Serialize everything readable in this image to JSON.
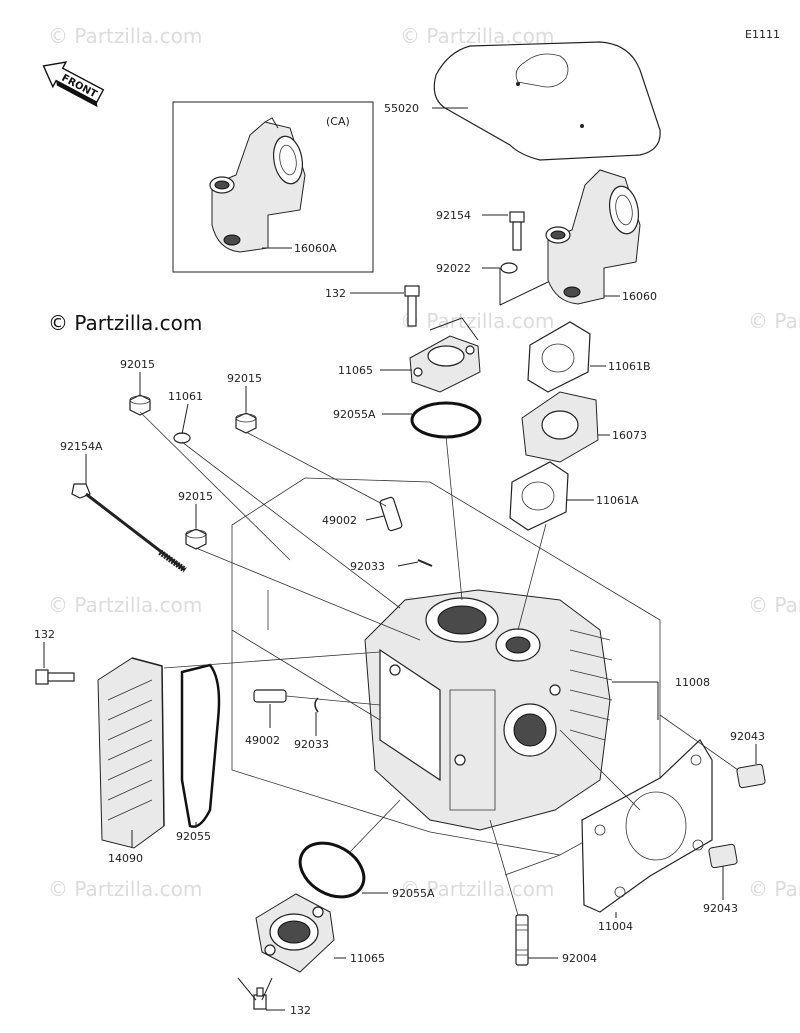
{
  "diagram": {
    "code": "E1111",
    "front_label": "FRONT",
    "inset_tag": "(CA)",
    "copyright": "© Partzilla.com",
    "watermark": "© Partzilla.com"
  },
  "callouts": [
    {
      "id": "c55020",
      "text": "55020"
    },
    {
      "id": "c92154",
      "text": "92154"
    },
    {
      "id": "c92022",
      "text": "92022"
    },
    {
      "id": "c16060",
      "text": "16060"
    },
    {
      "id": "c16060A",
      "text": "16060A"
    },
    {
      "id": "c132a",
      "text": "132"
    },
    {
      "id": "c11065a",
      "text": "11065"
    },
    {
      "id": "c11061B",
      "text": "11061B"
    },
    {
      "id": "c92055Aa",
      "text": "92055A"
    },
    {
      "id": "c16073",
      "text": "16073"
    },
    {
      "id": "c92015a",
      "text": "92015"
    },
    {
      "id": "c11061",
      "text": "11061"
    },
    {
      "id": "c92015b",
      "text": "92015"
    },
    {
      "id": "c92154A",
      "text": "92154A"
    },
    {
      "id": "c92015c",
      "text": "92015"
    },
    {
      "id": "c49002a",
      "text": "49002"
    },
    {
      "id": "c11061A",
      "text": "11061A"
    },
    {
      "id": "c92033a",
      "text": "92033"
    },
    {
      "id": "c132b",
      "text": "132"
    },
    {
      "id": "c11008",
      "text": "11008"
    },
    {
      "id": "c49002b",
      "text": "49002"
    },
    {
      "id": "c92033b",
      "text": "92033"
    },
    {
      "id": "c92043a",
      "text": "92043"
    },
    {
      "id": "c14090",
      "text": "14090"
    },
    {
      "id": "c92055",
      "text": "92055"
    },
    {
      "id": "c92055Ab",
      "text": "92055A"
    },
    {
      "id": "c11004",
      "text": "11004"
    },
    {
      "id": "c92043b",
      "text": "92043"
    },
    {
      "id": "c11065b",
      "text": "11065"
    },
    {
      "id": "c92004",
      "text": "92004"
    },
    {
      "id": "c132c",
      "text": "132"
    }
  ]
}
